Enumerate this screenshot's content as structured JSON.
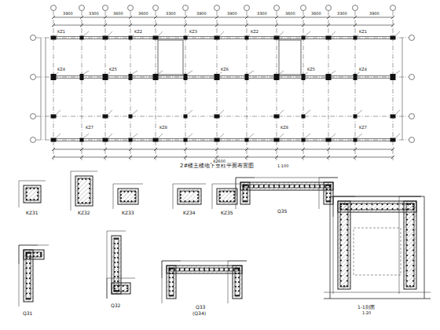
{
  "diagram": {
    "title": "2#楼主楼地下室柱平面布置图",
    "labels": [
      "1:100",
      "KZ31",
      "KZ32",
      "KZ33",
      "KZ34",
      "KZ35",
      "Q35",
      "Q31",
      "Q32",
      "Q33",
      "(Q34)",
      "1-1剖面",
      "1:20",
      "3900",
      "3300",
      "3600",
      "3600",
      "3300",
      "3900",
      "3900",
      "3300",
      "3600",
      "3600",
      "3300",
      "3900",
      "42600",
      "KZ1",
      "KZ2",
      "KZ3",
      "KZ2",
      "KZ1",
      "KZ4",
      "KZ5",
      "KZ6",
      "KZ5",
      "KZ4",
      "KZ7",
      "KZ8",
      "KZ8",
      "KZ7"
    ]
  }
}
